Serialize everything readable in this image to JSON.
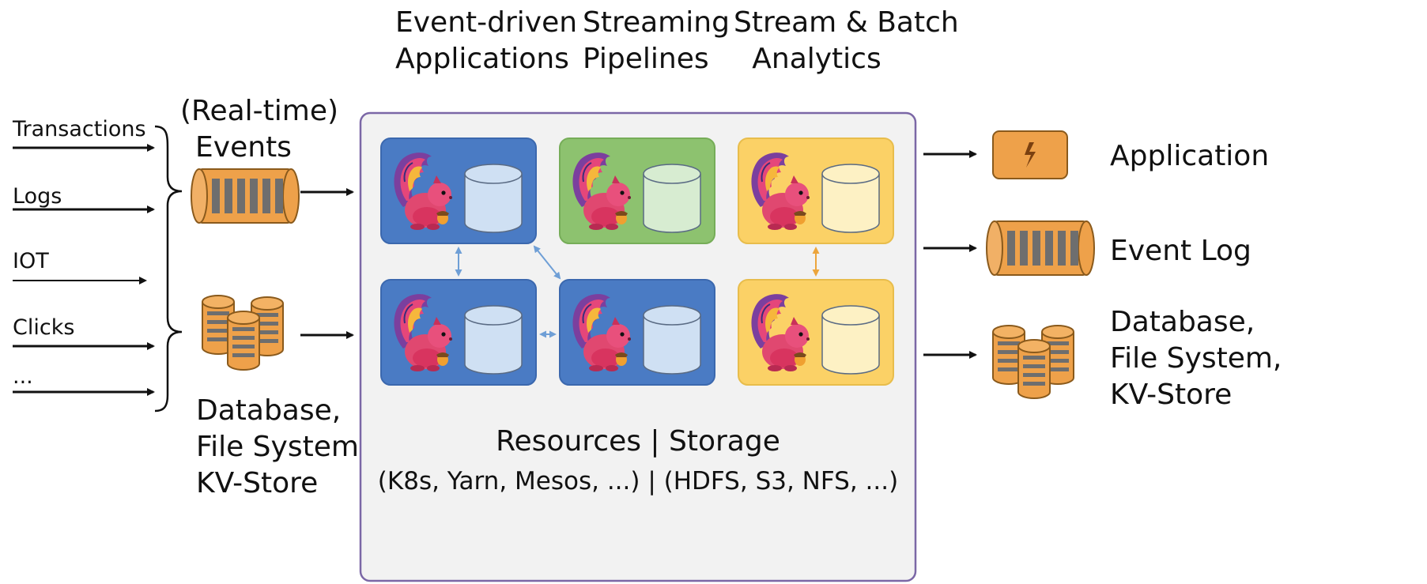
{
  "sources": [
    "Transactions",
    "Logs",
    "IOT",
    "Clicks",
    "..."
  ],
  "left_events": [
    "(Real-time)",
    "Events"
  ],
  "left_storage": [
    "Database,",
    "File System,",
    "KV-Store"
  ],
  "top_headers": [
    [
      "Event-driven",
      "Applications"
    ],
    [
      "Streaming",
      "Pipelines"
    ],
    [
      "Stream & Batch",
      "Analytics"
    ]
  ],
  "cluster": {
    "resources_line": "Resources | Storage",
    "resources_detail": "(K8s, Yarn, Mesos, ...) | (HDFS, S3, NFS, ...)"
  },
  "outputs": {
    "application": "Application",
    "event_log": "Event Log",
    "storage": [
      "Database,",
      "File System,",
      "KV-Store"
    ]
  },
  "colors": {
    "blue": "#4a7bc4",
    "green": "#8dc26f",
    "yellow": "#fbd166",
    "orange": "#eea14a",
    "cluster_bg": "#f2f2f2",
    "cluster_border": "#7b67a6",
    "link_blue": "#6f9fd6",
    "link_orange": "#eca53c"
  },
  "icons": [
    "flink-squirrel-icon",
    "database-cylinder-icon",
    "event-log-icon",
    "lightning-icon"
  ]
}
